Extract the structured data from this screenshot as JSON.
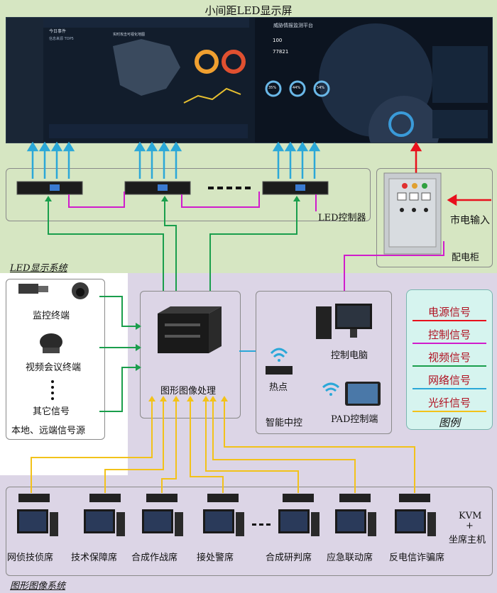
{
  "title": "小间距LED显示屏",
  "screen": {
    "left_header": "今日事件",
    "left_sub": "信息来源 TOP5",
    "center_title": "实时攻击可视化地图",
    "right_title": "威胁情报监测平台",
    "stats_a": "100",
    "stats_b": "77821",
    "pct1": "35%",
    "pct2": "44%",
    "pct3": "54%"
  },
  "labels": {
    "led_controller": "LED控制器",
    "led_system": "LED显示系统",
    "mains_input": "市电输入",
    "power_cabinet": "配电柜",
    "surveillance": "监控终端",
    "video_conf": "视频会议终端",
    "other_signals": "其它信号",
    "signal_sources": "本地、远端信号源",
    "graphics_processing": "图形图像处理",
    "control_pc": "控制电脑",
    "hotspot": "热点",
    "pad": "PAD控制端",
    "smart_control": "智能中控",
    "kvm": "KVM",
    "plus": "+",
    "seat_host": "坐席主机",
    "graphics_system": "图形图像系统"
  },
  "legend": {
    "items": [
      {
        "label": "电源信号",
        "color": "#e8101c"
      },
      {
        "label": "控制信号",
        "color": "#d01ccc"
      },
      {
        "label": "视频信号",
        "color": "#1a9e4c"
      },
      {
        "label": "网络信号",
        "color": "#2ba8d8"
      },
      {
        "label": "光纤信号",
        "color": "#f2c21a"
      }
    ],
    "title": "图例"
  },
  "seats": [
    "网侦技侦席",
    "技术保障席",
    "合成作战席",
    "接处警席",
    "合成研判席",
    "应急联动席",
    "反电信诈骗席"
  ],
  "dots": "......",
  "colors": {
    "power": "#e8101c",
    "control": "#d01ccc",
    "video": "#1a9e4c",
    "network": "#2ba8d8",
    "fiber": "#f2c21a"
  }
}
